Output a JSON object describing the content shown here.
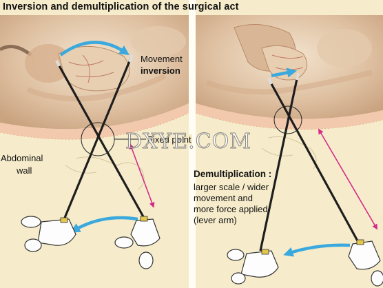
{
  "title": "Inversion and demultiplication of the surgical act",
  "labels": {
    "movement_line1": "Movement",
    "movement_line2": "inversion",
    "fixed_point": "Fixed point",
    "abdominal_line1": "Abdominal",
    "abdominal_line2": "wall",
    "demultiplication_title": "Demultiplication :",
    "demultiplication_lines": [
      "larger scale / wider",
      "movement and",
      "more force applied",
      "(lever arm)"
    ]
  },
  "watermark": "DXYE.COM",
  "colors": {
    "background": "#f6eccb",
    "abdominal_wall": "#f2c9ad",
    "tissue": "#ead3b8",
    "movement_arrow": "#3ba9de",
    "scale_arrow": "#d42b88",
    "instrument": "#1e1e1e"
  },
  "icons": [
    "curved-arrow-icon",
    "double-headed-arrow-icon",
    "surgical-instrument-icon",
    "fixed-point-circle-icon"
  ]
}
